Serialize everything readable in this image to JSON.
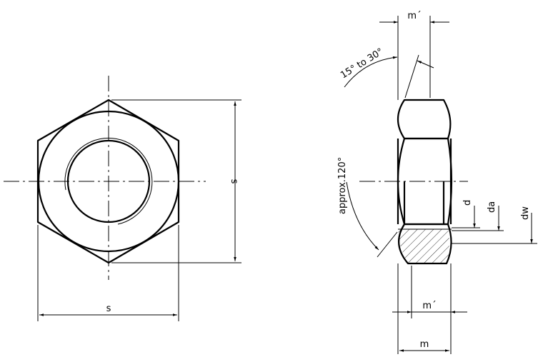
{
  "drawing": {
    "subject": "Hexagon thin nut (jam nut)",
    "views": [
      "front view (hexagon)",
      "side view (half section)"
    ]
  },
  "labels": {
    "front_width": "s",
    "front_height": "s",
    "top_dim": "m´",
    "angle_chamfer": "15° to 30°",
    "angle_countersink": "approx.120°",
    "dia_d": "d",
    "dia_da": "da",
    "dia_dw": "dw",
    "bottom_mprime": "m´",
    "bottom_m": "m"
  },
  "colors": {
    "line": "#000000",
    "background": "#ffffff"
  }
}
